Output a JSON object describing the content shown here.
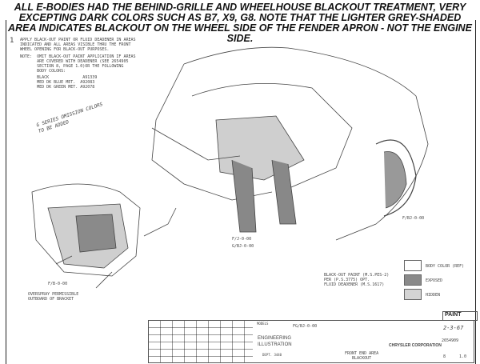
{
  "header": "ALL E-BODIES HAD THE BEHIND-GRILLE AND WHEELHOUSE BLACKOUT TREATMENT, VERY EXCEPTING DARK COLORS SUCH AS B7, X9, G8. NOTE THAT THE LIGHTER GREY-SHADED AREA INDICATES BLACKOUT ON THE WHEEL SIDE OF THE FENDER APRON - NOT THE ENGINE SIDE.",
  "notes": {
    "step_number": "1",
    "step": "APPLY BLACK-OUT PAINT OR FLUID DEADENER IN AREAS\nINDICATED AND ALL AREAS VISIBLE THRU THE FRONT\nWHEEL OPENING FOR BLACK-OUT PURPOSES.",
    "note": "NOTE:  OMIT BLACK-OUT PAINT APPLICATION IF AREAS\n       ARE COVERED WITH DEADENER (SEE 2654905\n       SECTION 8, PAGE 1.0)OR THE FOLLOWING\n       BODY COLORS:",
    "colors": "       BLACK              A91339\n       MED DK BLUE MET.  A92083\n       MED DK GREEN MET. A92078"
  },
  "handwritten": "G SERIES OMISSION COLORS\nTO BE ADDED",
  "labels": {
    "right": "F/BJ-0-00",
    "center1": "F/J-0-00",
    "center2": "G/BJ-0-00",
    "left": "F/B-0-00",
    "overspray": "OVERSPRAY PERMISSIBLE\nOUTBOARD OF BRACKET"
  },
  "spec": "BLACK-OUT PAINT (M.S.PES-2)\nPER (P.S.3775) OPT.\nFLUID DEADENER (M.S.1617)",
  "legend": [
    {
      "label": "BODY COLOR (REF)",
      "fill": "#ffffff"
    },
    {
      "label": "EXPOSED",
      "fill": "#8a8a8a"
    },
    {
      "label": "HIDDEN",
      "fill": "#d4d4d4"
    }
  ],
  "title_block": {
    "category": "PAINT",
    "models_label": "MODELS",
    "models": "FG/BJ-0-00",
    "dept": "ENGINEERING\nILLUSTRATION",
    "dept_no": "DEPT. 3440",
    "company": "CHRYSLER CORPORATION",
    "date": "2-3-67",
    "number": "2654909",
    "title": "FRONT END AREA\nBLACKOUT",
    "section": "8",
    "page": "1.0"
  }
}
